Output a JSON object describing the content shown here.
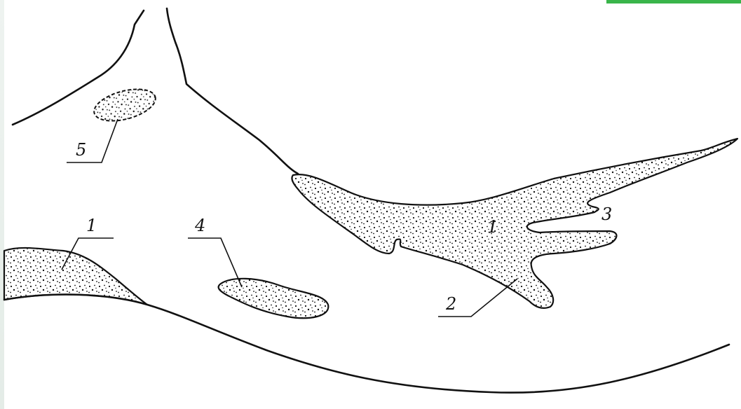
{
  "diagram": {
    "colors": {
      "line": "#111111",
      "background": "#ffffff",
      "stipple": "#111111",
      "corner_accent": "#39b54a"
    },
    "labels": {
      "main_body": "1",
      "left_body": "1",
      "lower_branch": "2",
      "right_branch": "3",
      "middle_lens": "4",
      "upper_lens": "5"
    }
  }
}
